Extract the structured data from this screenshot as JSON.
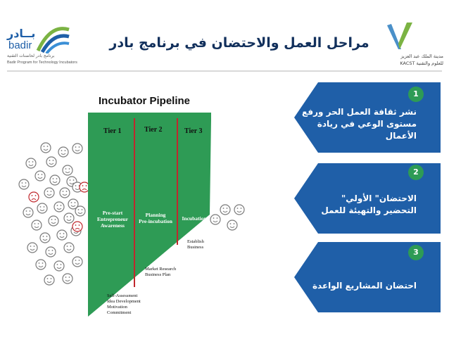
{
  "slide": {
    "title": "مراحل العمل والاحتضان في برنامج بادر"
  },
  "logos": {
    "badir": {
      "arabic": "بــادر",
      "latin": "badir",
      "tagline_ar": "برنامج بادر لحاضنات التقنية",
      "tagline_en": "Badir Program for Technology Incubators"
    },
    "kacst": {
      "line1": "مدينة الملك عبد العزيز",
      "line2": "للعلوم والتقنية KACST"
    }
  },
  "steps": [
    {
      "number": "1",
      "text": "نشر ثقافة العمل الحر ورفع\nمستوى الوعي في ريادة\nالأعمال"
    },
    {
      "number": "2",
      "text": "الاحتضان\" الأولي\"\nالتحضير والتهيئة للعمل"
    },
    {
      "number": "3",
      "text": "احتضان المشاريع الواعدة"
    }
  ],
  "pipeline": {
    "title": "Incubator Pipeline",
    "tiers": [
      "Tier 1",
      "Tier 2",
      "Tier 3"
    ],
    "stages": [
      "Pre-start",
      "Entrepreneur",
      "Awareness",
      "Planning",
      "Pre-incubation",
      "Incubation"
    ],
    "annotations": {
      "establish": [
        "Establish",
        "Business"
      ],
      "market": [
        "Market Research",
        "Business Plan"
      ],
      "self": [
        "Self-Assessment",
        "Idea Development",
        "Motivation",
        "Commitment"
      ]
    },
    "colors": {
      "funnel": "#2e9b55",
      "tier_line": "#c0282d",
      "face": "#7a7a7a",
      "sad_face": "#c0282d"
    }
  }
}
